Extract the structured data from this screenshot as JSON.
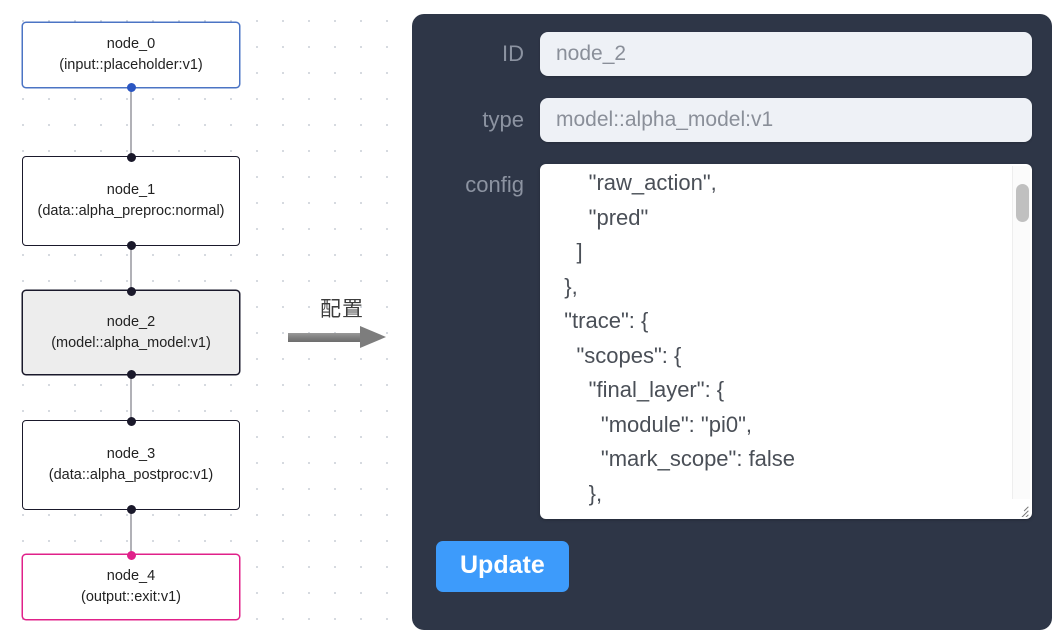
{
  "flow": {
    "nodes": [
      {
        "id": "node_0",
        "title": "node_0",
        "subtitle": "(input::placeholder:v1)",
        "variant": "input"
      },
      {
        "id": "node_1",
        "title": "node_1",
        "subtitle": "(data::alpha_preproc:normal)",
        "variant": "default"
      },
      {
        "id": "node_2",
        "title": "node_2",
        "subtitle": "(model::alpha_model:v1)",
        "variant": "selected"
      },
      {
        "id": "node_3",
        "title": "node_3",
        "subtitle": "(data::alpha_postproc:v1)",
        "variant": "default"
      },
      {
        "id": "node_4",
        "title": "node_4",
        "subtitle": "(output::exit:v1)",
        "variant": "output"
      }
    ],
    "colors": {
      "input_border": "#4b74c4",
      "output_border": "#e0218a",
      "node_border": "#1a192b",
      "selected_fill": "#ededed",
      "edge": "#b1b1b7",
      "dot_grid": "#c9cdd6"
    }
  },
  "annotation": {
    "caption": "配置",
    "arrow_icon": "right-arrow-icon",
    "arrow_color": "#7d7d7d"
  },
  "panel": {
    "background": "#2e3647",
    "fields": [
      {
        "label": "ID",
        "value": "node_2"
      },
      {
        "label": "type",
        "value": "model::alpha_model:v1"
      }
    ],
    "config": {
      "label": "config",
      "value": "      \"raw_action\",\n      \"pred\"\n    ]\n  },\n  \"trace\": {\n    \"scopes\": {\n      \"final_layer\": {\n        \"module\": \"pi0\",\n        \"mark_scope\": false\n      },\n      \"action_model\": {"
    },
    "update_button": {
      "label": "Update",
      "color": "#3d9bfb"
    }
  }
}
